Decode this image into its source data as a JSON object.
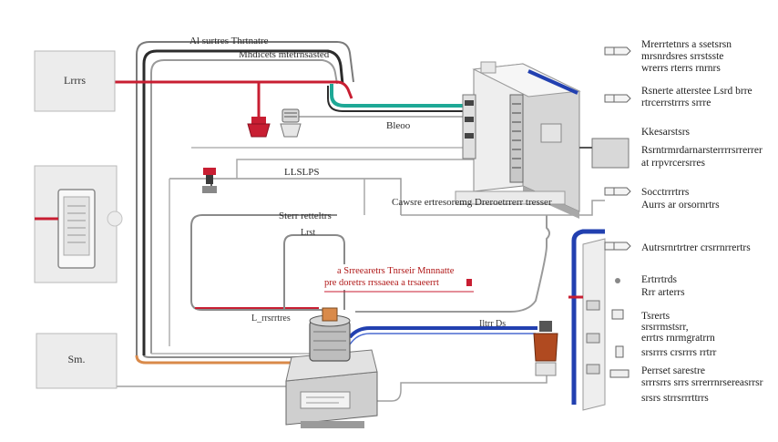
{
  "diagram": {
    "boxes": {
      "top_left": "Lrrrs",
      "bottom_left": "Sm."
    },
    "top_labels": {
      "line1": "Al surtres Thrtnatre",
      "line2": "Mhdicets mtetrnsasted"
    },
    "mid_labels": {
      "bloow": "Bleoo",
      "center_code": "LLSLPS",
      "sterreblers": "Sterr retteltrs",
      "cowers": "Cawsre ertresoremg Dreroetrrerr tresser",
      "loop": "Lrst",
      "left_small": "L_rrsrrtres",
      "blue_code": "Iltrr Ds"
    },
    "warning": {
      "line1": "a Srreearetrs Tnrseir Mnnnatte",
      "line2": "pre doretrs rrssaeea a trsaeerrt"
    },
    "right_labels": [
      {
        "lines": [
          "Mrerrtetnrs a ssetsrsn",
          "mrsnrdsres srrstsste",
          "wrerrs rterrs rnrnrs"
        ]
      },
      {
        "lines": [
          "Rsnerte atterstee Lsrd brre",
          "rtrcerrstrrrs srrre"
        ]
      },
      {
        "lines": [
          "Kkesarstsrs"
        ]
      },
      {
        "lines": [
          "Rsrntrmrdarnarsterrrrsrrerrer",
          "at rrpvrcersrres"
        ]
      },
      {
        "lines": [
          "Socctrrrtrrs",
          "Aurrs ar orsornrtrs"
        ]
      },
      {
        "lines": [
          "Autrsrnrtrtrer crsrrnrrertrs"
        ]
      },
      {
        "lines": [
          "Ertrrtrds",
          "Rrr arterrs"
        ]
      },
      {
        "lines": [
          "Tsrerts",
          "srsrrmstsrr,",
          "errtrs rnrmgratrrn",
          "srsrrrs crsrrrs rrtrr"
        ]
      },
      {
        "lines": [
          "Perrset sarestre",
          "srrrsrrs srrs srrerrnrsereasrrsr",
          "srsrs strrsrrrttrrs"
        ]
      }
    ],
    "colors": {
      "red": "#c81e32",
      "blue": "#2240b0",
      "teal": "#1ea896",
      "orange": "#d98a4a",
      "wire_dark": "#2c2c2c",
      "wire_gray": "#8c8c8c"
    }
  }
}
